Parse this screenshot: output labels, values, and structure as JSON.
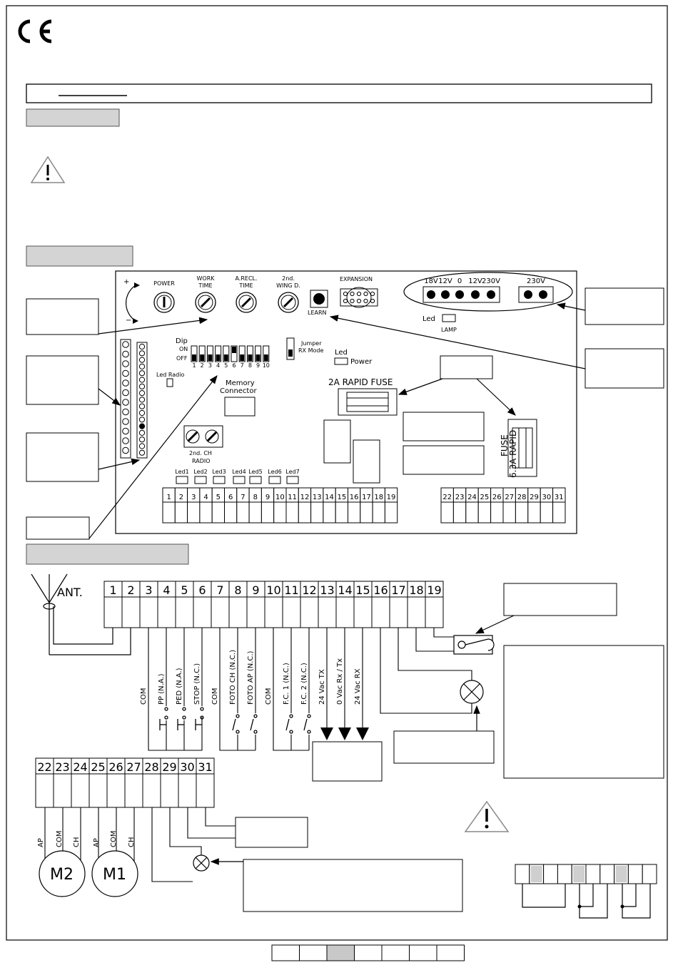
{
  "mark": "CE",
  "board": {
    "pots": [
      "POWER",
      "WORK\nTIME",
      "A.RECL.\nTIME",
      "2nd.\nWING D."
    ],
    "learn": "LEARN",
    "expansion": "EXPANSION",
    "psu": [
      "18V",
      "12V",
      "0",
      "12V",
      "230V"
    ],
    "led_lamp": [
      "Led",
      "LAMP"
    ],
    "dip": [
      "Dip",
      "ON",
      "OFF",
      "1",
      "2",
      "3",
      "4",
      "5",
      "6",
      "7",
      "8",
      "9",
      "10"
    ],
    "jumper": "Jumper\nRX Mode",
    "led_power": [
      "Led",
      "Power"
    ],
    "led_radio": "Led Radio",
    "memory": "Memory\nConnector",
    "radio": [
      "2nd. CH",
      "RADIO"
    ],
    "fuse1": "2A RAPID FUSE",
    "fuse2": [
      "6.3A RAPID",
      "FUSE"
    ],
    "leds": [
      "Led1",
      "Led2",
      "Led3",
      "Led4",
      "Led5",
      "Led6",
      "Led7"
    ],
    "terminals_a": [
      "1",
      "2",
      "3",
      "4",
      "5",
      "6",
      "7",
      "8",
      "9",
      "10",
      "11",
      "12",
      "13",
      "14",
      "15",
      "16",
      "17",
      "18",
      "19"
    ],
    "terminals_b": [
      "22",
      "23",
      "24",
      "25",
      "26",
      "27",
      "28",
      "29",
      "30",
      "31"
    ]
  },
  "wiring": {
    "antenna": "ANT.",
    "terminals_a": [
      "1",
      "2",
      "3",
      "4",
      "5",
      "6",
      "7",
      "8",
      "9",
      "10",
      "11",
      "12",
      "13",
      "14",
      "15",
      "16",
      "17",
      "18",
      "19"
    ],
    "inputs": [
      "COM",
      "PP (N.A.)",
      "PED (N.A.)",
      "STOP (N.C.)",
      "COM",
      "FOTO CH (N.C.)",
      "FOTO AP (N.C.)",
      "COM",
      "F.C. 1 (N.C.)",
      "F.C. 2 (N.C.)",
      "24 Vac TX",
      "0 Vac Rx / Tx",
      "24 Vac RX"
    ],
    "terminals_b": [
      "22",
      "23",
      "24",
      "25",
      "26",
      "27",
      "28",
      "29",
      "30",
      "31"
    ],
    "motors": [
      "AP",
      "COM",
      "CH",
      "AP",
      "COM",
      "CH"
    ],
    "motor_names": [
      "M2",
      "M1"
    ]
  },
  "footer_cells": [
    "",
    "",
    "",
    "",
    "",
    "",
    ""
  ]
}
